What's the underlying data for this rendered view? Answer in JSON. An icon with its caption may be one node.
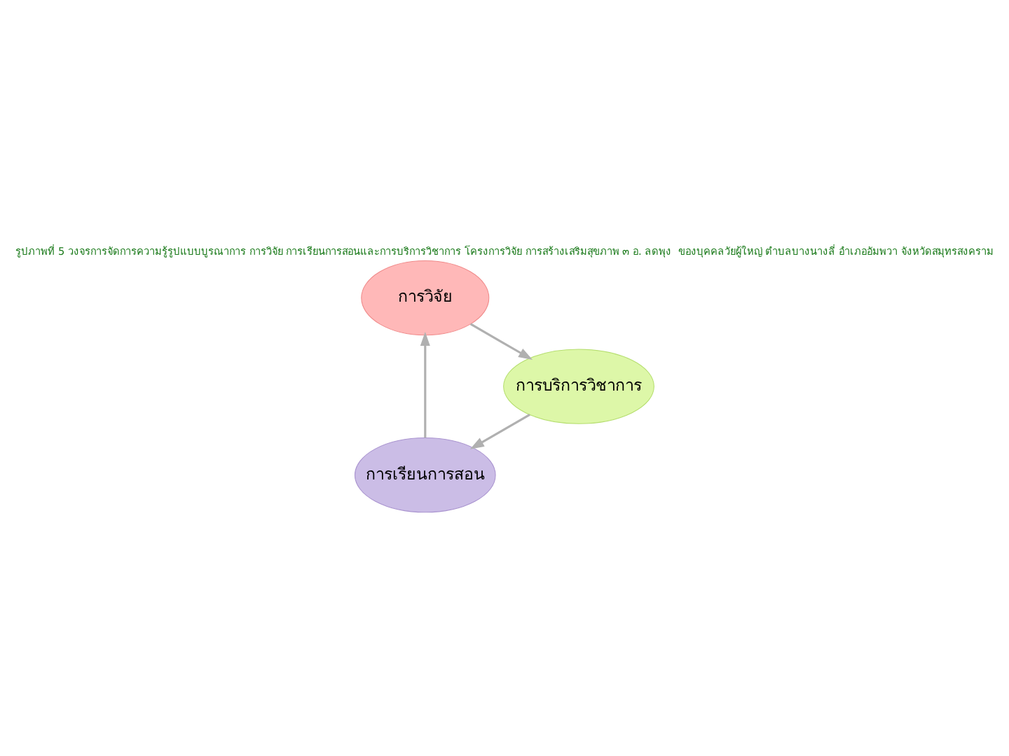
{
  "diagram": {
    "title": "รูปภาพที่ 5 วงจรการจัดการความรู้รูปแบบบูรณาการ การวิจัย การเรียนการสอนและการบริการวิชาการ โครงการวิจัย การสร้างเสริมสุขภาพ ๓ อ. ลดพุง  ของบุคคลวัยผู้ใหญ่ ตำบลบางนางลี่ อำเภออัมพวา จังหวัดสมุทรสงคราม",
    "nodes": [
      {
        "text": [
          "การเรียนการสอน"
        ]
      },
      {
        "text": [
          "การวิจัย"
        ]
      },
      {
        "text": [
          "การบริการวิชาการ"
        ]
      }
    ],
    "edges": [
      {
        "from": 0,
        "to": 1,
        "arrow": "to"
      },
      {
        "from": 1,
        "to": 2,
        "arrow": "to"
      },
      {
        "from": 2,
        "to": 0,
        "arrow": "to"
      }
    ]
  }
}
